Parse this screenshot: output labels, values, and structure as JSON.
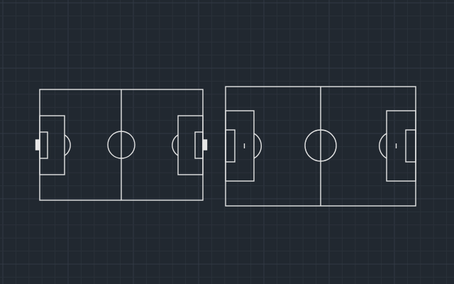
{
  "canvas": {
    "type": "cad-drawing-viewport",
    "background_color": "#212830",
    "grid_minor_color": "#2a313a",
    "grid_major_color": "#313944",
    "line_color": "#e6e6e6"
  },
  "drawings": [
    {
      "name": "soccer-field-1",
      "goal_markers": true,
      "penalty_spots": false
    },
    {
      "name": "soccer-field-2",
      "goal_markers": false,
      "penalty_spots": true
    }
  ]
}
